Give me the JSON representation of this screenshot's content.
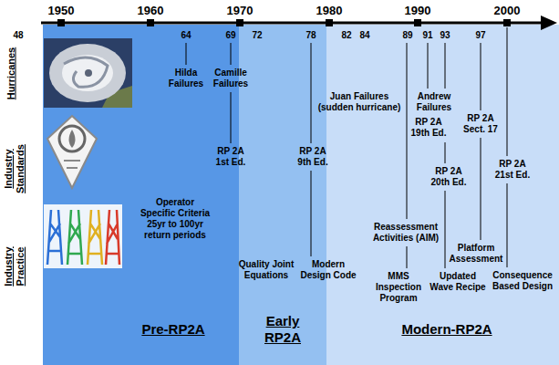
{
  "diagram": {
    "nodes": [
      {
        "text": [
          "Pre-RP2A"
        ]
      },
      {
        "text": [
          "Early RP2A"
        ]
      },
      {
        "text": [
          "Modern-RP2A"
        ]
      }
    ],
    "labels": [
      "1950",
      "1960",
      "1970",
      "1980",
      "1990",
      "2000",
      "48",
      "64",
      "69",
      "72",
      "78",
      "82",
      "84",
      "89",
      "91",
      "93",
      "97",
      "Hurricanes",
      "Industry Standards",
      "Industry Practice",
      "Hilda Failures",
      "Camille Failures",
      "Juan Failures (sudden hurricane)",
      "Andrew Failures",
      "RP 2A 1st Ed.",
      "RP 2A 9th Ed.",
      "RP 2A 19th Ed.",
      "RP 2A Sect. 17",
      "RP 2A 20th Ed.",
      "RP 2A 21st Ed.",
      "Operator Specific Criteria 25yr to 100yr return periods",
      "Quality Joint Equations",
      "Modern Design Code",
      "Reassessment Activities (AIM)",
      "MMS Inspection Program",
      "Updated Wave Recipe",
      "Platform Assessment",
      "Consequence Based Design"
    ]
  }
}
